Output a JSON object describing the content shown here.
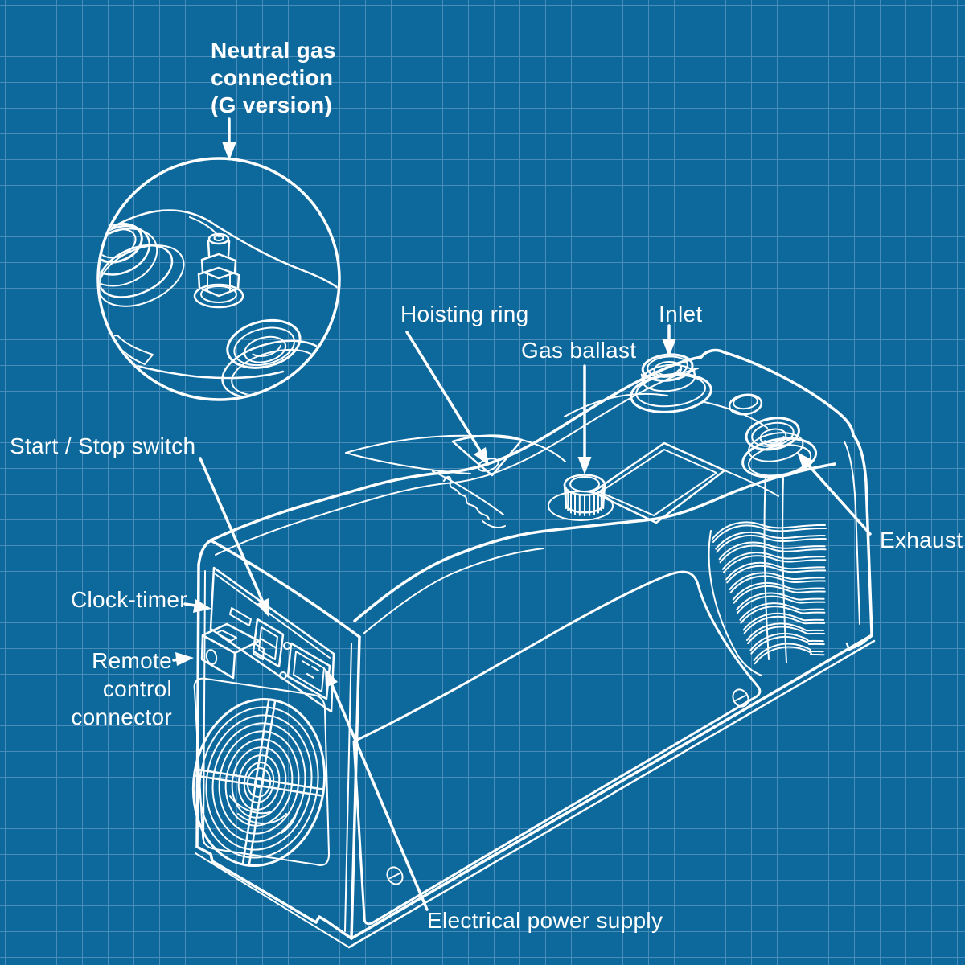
{
  "diagram": {
    "subject": "vacuum pump parts diagram",
    "style": "blueprint line art"
  },
  "colors": {
    "background": "#0d689c",
    "grid": "#4a8cb8",
    "line": "#ffffff"
  },
  "labels": {
    "neutral_gas": "Neutral gas\nconnection\n(G version)",
    "hoisting_ring": "Hoisting ring",
    "gas_ballast": "Gas ballast",
    "inlet": "Inlet",
    "exhaust": "Exhaust",
    "start_stop": "Start / Stop switch",
    "clock_timer": "Clock-timer",
    "remote_control": "Remote control\nconnector",
    "power_supply": "Electrical power supply"
  }
}
